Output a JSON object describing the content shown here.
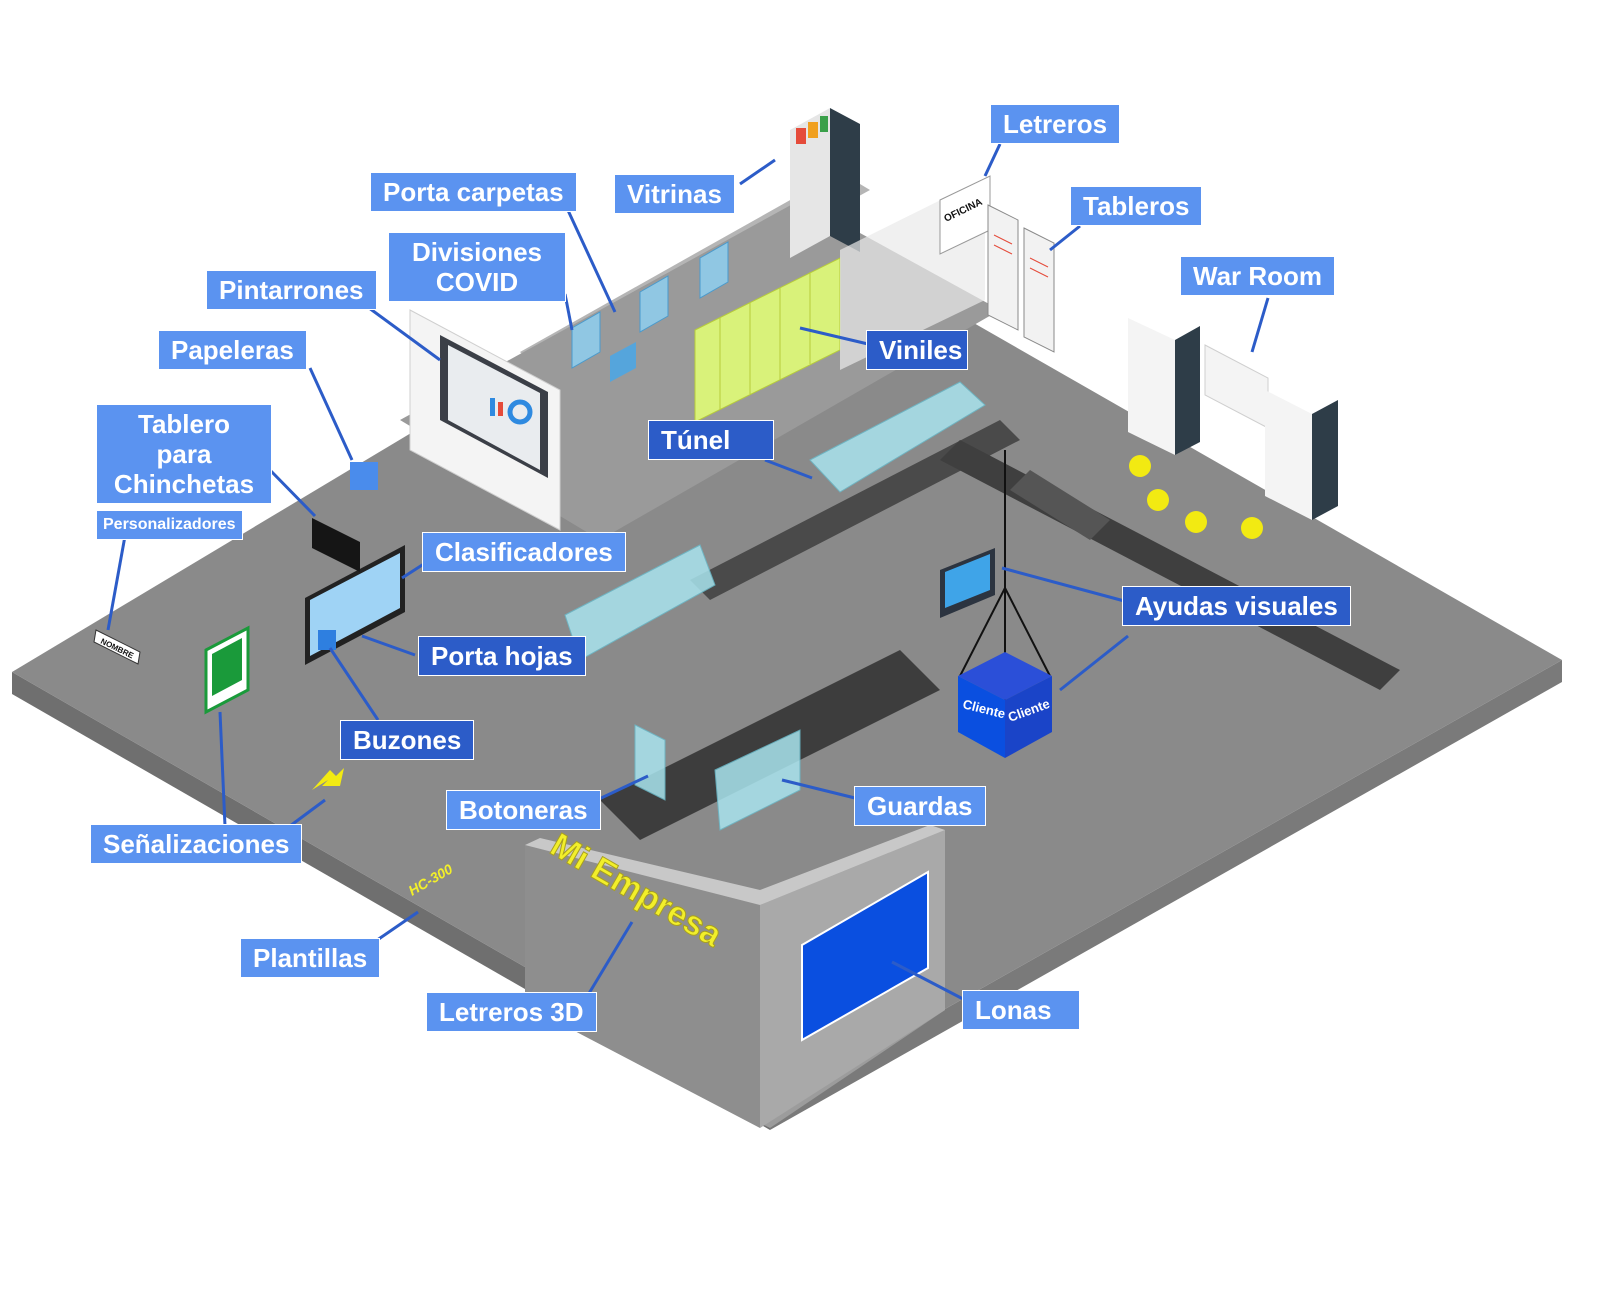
{
  "labels": {
    "vitrinas": "Vitrinas",
    "letreros": "Letreros",
    "tableros": "Tableros",
    "porta_carpetas": "Porta carpetas",
    "divisiones_covid": "Divisiones\nCOVID",
    "pintarrones": "Pintarrones",
    "papeleras": "Papeleras",
    "tablero_chinchetas": "Tablero para\nChinchetas",
    "personalizadores": "Personalizadores",
    "clasificadores": "Clasificadores",
    "porta_hojas": "Porta hojas",
    "buzones": "Buzones",
    "senalizaciones": "Señalizaciones",
    "plantillas": "Plantillas",
    "letreros_3d": "Letreros 3D",
    "lonas": "Lonas",
    "guardas": "Guardas",
    "botoneras": "Botoneras",
    "tunel": "Túnel",
    "viniles": "Viniles",
    "war_room": "War Room",
    "ayudas_visuales": "Ayudas visuales"
  },
  "scene_text": {
    "oficina": "OFICINA",
    "nombre": "NOMBRE",
    "hc300": "HC-300",
    "mi_empresa": "Mi Empresa",
    "cliente_left": "Cliente",
    "cliente_right": "Cliente"
  },
  "colors": {
    "callout": "#5b93f0",
    "callout_dark": "#2c5cc8",
    "floor": "#8a8a8a",
    "floor_edge": "#6f6f6f",
    "wall": "#b8b8b8",
    "glass": "#a9e4ee",
    "vinyl": "#d9f27a",
    "lona": "#0a4fe0",
    "brand_text": "#f2ef2a",
    "war_room_dots": "#f2ea12"
  }
}
